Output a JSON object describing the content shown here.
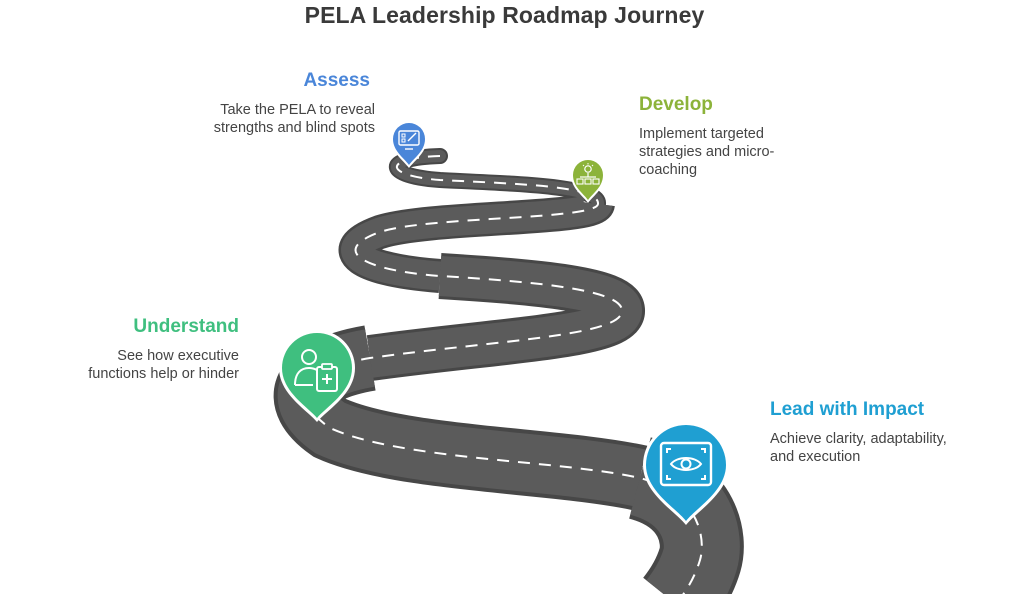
{
  "title": "PELA Leadership Roadmap Journey",
  "colors": {
    "assess": "#4a86d9",
    "develop": "#8cb33a",
    "understand": "#3fbf7f",
    "impact": "#1f9fd2",
    "road": "#5b5b5b",
    "road_edge": "#474747",
    "road_dash": "#ffffff"
  },
  "stages": [
    {
      "title": "Assess",
      "description_lines": [
        "Take the PELA to reveal",
        "strengths and blind spots"
      ],
      "icon": "monitor-checklist-icon"
    },
    {
      "title": "Develop",
      "description_lines": [
        "Implement targeted",
        "strategies and micro-",
        "coaching"
      ],
      "icon": "lightbulb-network-icon"
    },
    {
      "title": "Understand",
      "description_lines": [
        "See how executive",
        "functions help or hinder"
      ],
      "icon": "person-clipboard-icon"
    },
    {
      "title": "Lead with Impact",
      "description_lines": [
        "Achieve clarity, adaptability,",
        "and execution"
      ],
      "icon": "eye-focus-icon"
    }
  ]
}
